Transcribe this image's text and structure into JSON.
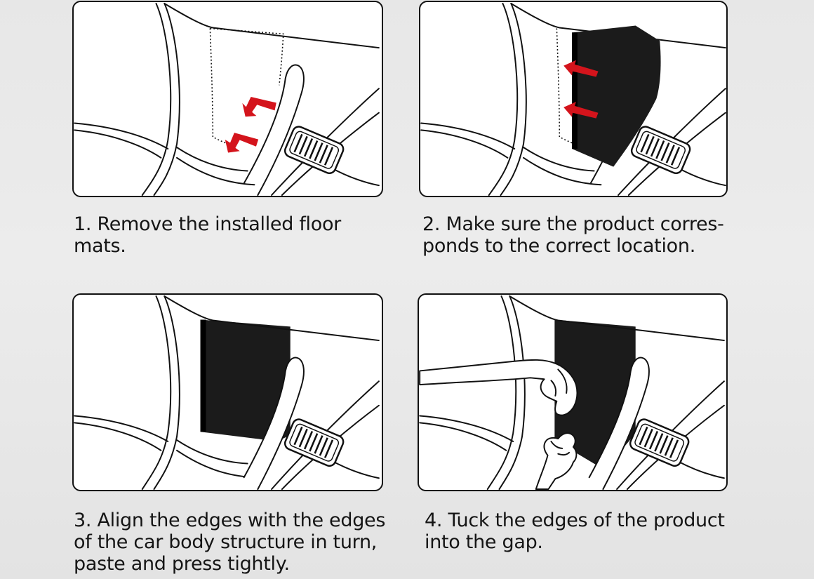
{
  "steps": [
    {
      "caption": "1. Remove the installed floor mats."
    },
    {
      "caption": "2. Make sure the product corres-ponds to the correct location."
    },
    {
      "caption": "3. Align the edges with the edges of the car body structure in turn, paste and press tightly."
    },
    {
      "caption": "4. Tuck the edges of the product into the gap."
    }
  ],
  "colors": {
    "arrow": "#d4141c",
    "product": "#1b1b1b",
    "line": "#111111",
    "panel_border": "#111111"
  },
  "icons": [
    "red-arrow-icon",
    "brake-pedal-icon",
    "hand-icon"
  ]
}
